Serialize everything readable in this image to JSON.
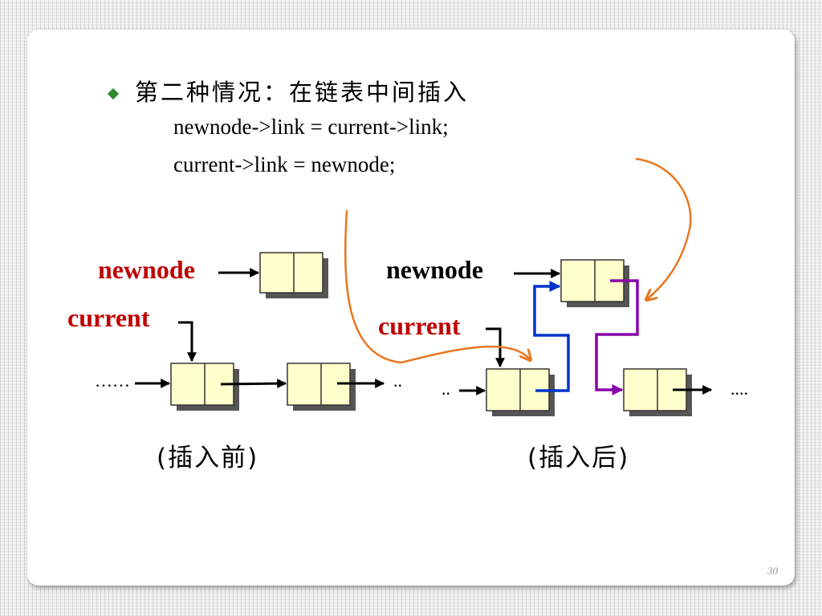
{
  "slide": {
    "heading": "第二种情况：在链表中间插入",
    "code_line_1": "newnode->link = current->link;",
    "code_line_2": "current->link = newnode;",
    "page_number": "30"
  },
  "before": {
    "newnode_label": "newnode",
    "current_label": "current",
    "left_dots": "……",
    "right_dots": "..",
    "caption": "(插入前)"
  },
  "after": {
    "newnode_label": "newnode",
    "current_label": "current",
    "left_dots": "..",
    "right_dots": "....",
    "caption": "(插入后)"
  },
  "colors": {
    "accent_red": "#c00000",
    "node_fill": "#ffffcc",
    "link_blue": "#0033cc",
    "link_purple": "#8800aa",
    "annotation_orange": "#e87722",
    "bullet_green": "#2e8b2e"
  }
}
